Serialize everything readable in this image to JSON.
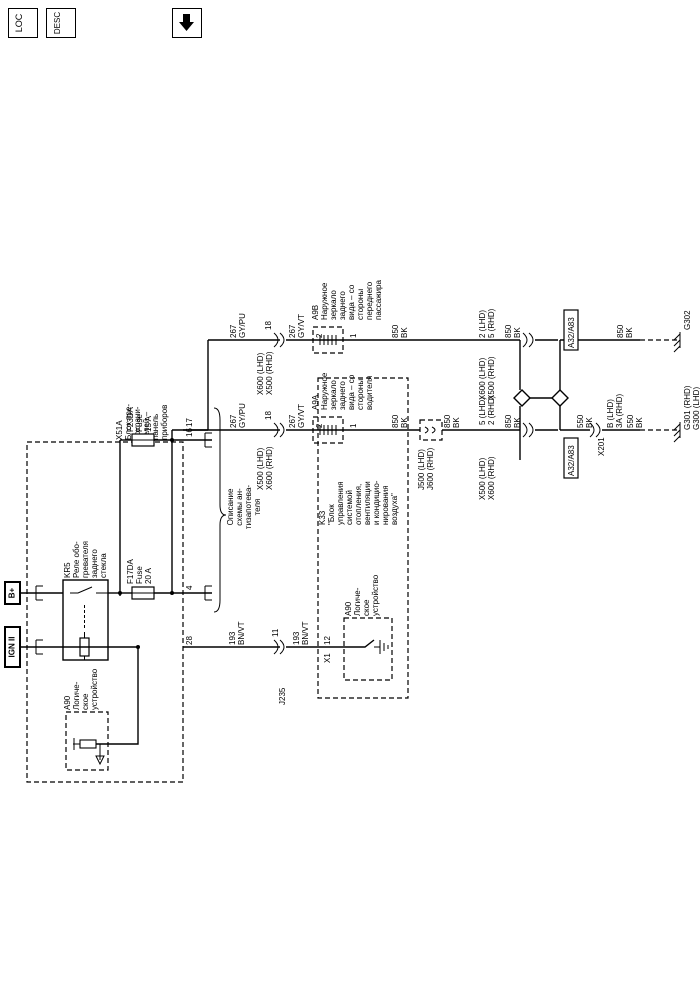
{
  "toolbar": {
    "loc_label": "LOC",
    "desc_label": "DESC"
  },
  "power": {
    "ign_label": "IGN II",
    "bplus_label": "B+"
  },
  "fuse_block": {
    "lines": [
      "X51A",
      "Блок пре-",
      "дохрани-",
      "телей –",
      "панель",
      "приборов"
    ]
  },
  "relay": {
    "lines": [
      "KR5",
      "Реле обо-",
      "гревателя",
      "заднего",
      "стекла"
    ]
  },
  "logic_left": {
    "lines": [
      "A90",
      "Логиче-",
      "ское",
      "устройство"
    ]
  },
  "fuse1": {
    "lines": [
      "F17DA",
      "Fuse",
      "20 A"
    ]
  },
  "fuse2": {
    "lines": [
      "F23DA",
      "Fuse",
      "15 A"
    ]
  },
  "heater_desc": {
    "lines": [
      "Описание",
      "схемы ан-",
      "тизапотева-",
      "теля"
    ]
  },
  "pins": {
    "p28": "28",
    "p4": "4",
    "p16": "16",
    "p17": "17",
    "p18a": "18",
    "p18b": "18",
    "p11": "11",
    "p12": "12",
    "p2a": "2",
    "p1a": "1",
    "p2b": "2",
    "p1b": "1"
  },
  "wires": {
    "w193a": [
      "193",
      "BN/VT"
    ],
    "w193b": [
      "193",
      "BN/VT"
    ],
    "w267a": [
      "267",
      "GY/PU"
    ],
    "w267b": [
      "267",
      "GY/VT"
    ],
    "w267c": [
      "267",
      "GY/PU"
    ],
    "w267d": [
      "267",
      "GY/VT"
    ],
    "w850a": [
      "850",
      "BK"
    ],
    "w850b": [
      "850",
      "BK"
    ],
    "w850c": [
      "850",
      "BK"
    ],
    "w850d": [
      "850",
      "BK"
    ],
    "w850e": [
      "850",
      "BK"
    ],
    "w850f": [
      "850",
      "BK"
    ],
    "w550a": [
      "550",
      "BK"
    ],
    "w550b": [
      "550",
      "BK"
    ]
  },
  "connectors": {
    "j235": "J235",
    "x1": "X1",
    "x201": "X201",
    "c_x500a": [
      "X500 (LHD)",
      "X600 (RHD)"
    ],
    "c_x600a": [
      "X600 (LHD)",
      "X500 (RHD)"
    ],
    "c_j500": [
      "J500 (LHD)",
      "J600 (RHD)"
    ],
    "c_bot_a": [
      "X500 (LHD)",
      "X600 (RHD)"
    ],
    "c_bot_a_pins": [
      "5 (LHD)",
      "2 (RHD)"
    ],
    "c_bot_b": [
      "X600 (LHD)",
      "X500 (RHD)"
    ],
    "c_bot_b_pins": [
      "2 (LHD)",
      "5 (RHD)"
    ],
    "c_x201_pins": [
      "B (LHD)",
      "3A (RHD)"
    ]
  },
  "mirror_driver": {
    "lines": [
      "A9A",
      "Наружное",
      "зеркало",
      "заднего",
      "вида – со",
      "стороны",
      "водителя"
    ]
  },
  "mirror_pass": {
    "lines": [
      "A9B",
      "Наружное",
      "зеркало",
      "заднего",
      "вида – со",
      "стороны",
      "переднего",
      "пассажира"
    ]
  },
  "hvac": {
    "lines": [
      "K33",
      "\"Блок",
      "управления",
      "системой",
      "отопления,",
      "вентиляции",
      "и кондицио-",
      "нирования",
      "воздуха\""
    ]
  },
  "logic_right": {
    "lines": [
      "A90",
      "Логиче-",
      "ское",
      "устройство"
    ]
  },
  "grounds": {
    "g_left": [
      "G301 (RHD)",
      "G300 (LHD)"
    ],
    "g_right": "G302"
  },
  "refs": {
    "ref_a": "A32/A83",
    "ref_b": "A32/A83"
  }
}
